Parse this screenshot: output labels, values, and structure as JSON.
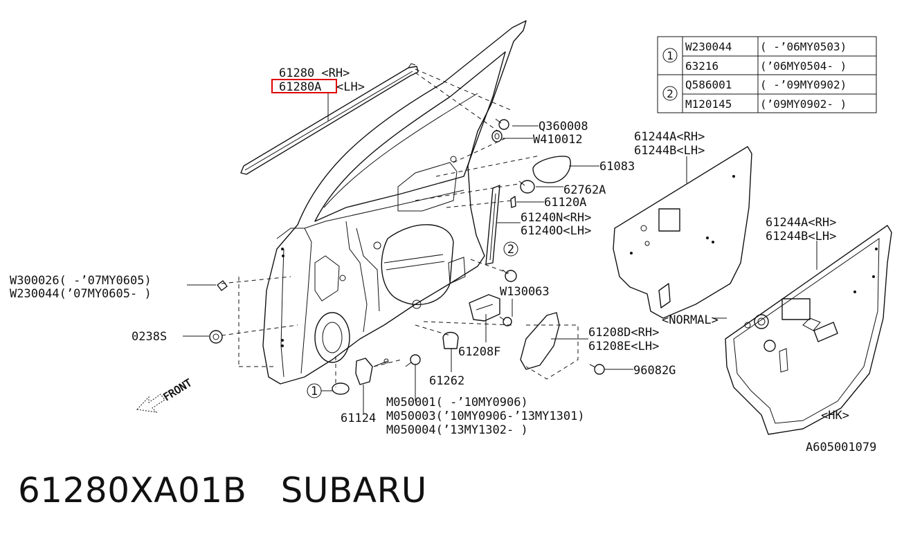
{
  "diagram_id": "A605001079",
  "caption": {
    "part_number": "61280XA01B",
    "brand": "SUBARU"
  },
  "highlight_color": "#e00000",
  "callout_table": [
    {
      "ref": "1",
      "rows": [
        {
          "part": "W230044",
          "range": "( -’06MY0503)"
        },
        {
          "part": "63216",
          "range": "(’06MY0504- )"
        }
      ]
    },
    {
      "ref": "2",
      "rows": [
        {
          "part": "Q586001",
          "range": "( -’09MY0902)"
        },
        {
          "part": "M120145",
          "range": "(’09MY0902- )"
        }
      ]
    }
  ],
  "labels": {
    "l61280_rh": "61280 <RH>",
    "l61280_lh_code": "61280A",
    "l61280_lh_suffix": "<LH>",
    "q360008": "Q360008",
    "w410012": "W410012",
    "p61083": "61083",
    "p62762a": "62762A",
    "p61120a": "61120A",
    "p61240n": "61240N<RH>",
    "p61240o": "61240O<LH>",
    "ref2": "2",
    "w130063": "W130063",
    "w300026": "W300026( -’07MY0605)",
    "w230044b": "W230044(’07MY0605- )",
    "p0238s": "0238S",
    "ref1": "1",
    "p61124": "61124",
    "m050001": "M050001( -’10MY0906)",
    "m050003": "M050003(’10MY0906-’13MY1301)",
    "m050004": "M050004(’13MY1302- )",
    "p61262": "61262",
    "p61208f": "61208F",
    "p61208d": "61208D<RH>",
    "p61208e": "61208E<LH>",
    "p96082g": "96082G",
    "p61244a_1": "61244A<RH>",
    "p61244b_1": "61244B<LH>",
    "normal": "<NORMAL>",
    "p61244a_2": "61244A<RH>",
    "p61244b_2": "61244B<LH>",
    "hk": "<HK>",
    "front": "FRONT"
  }
}
